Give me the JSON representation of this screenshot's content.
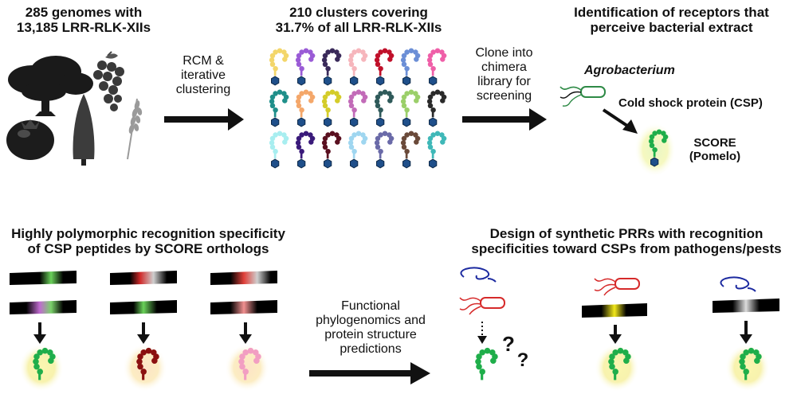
{
  "top": {
    "genomes": {
      "line1": "285 genomes with",
      "line2": "13,185 LRR-RLK-XIIs"
    },
    "clusters": {
      "line1": "210 clusters covering",
      "line2": "31.7% of all LRR-RLK-XIIs"
    },
    "identification": {
      "line1": "Identification of receptors that",
      "line2": "perceive bacterial extract"
    },
    "rcm_label": [
      "RCM &",
      "iterative",
      "clustering"
    ],
    "clone_label": [
      "Clone into",
      "chimera",
      "library for",
      "screening"
    ],
    "agrobacterium": "Agrobacterium",
    "csp": "Cold shock protein (CSP)",
    "score": {
      "line1": "SCORE",
      "line2": "(Pomelo)"
    }
  },
  "bottom": {
    "polymorphic": {
      "line1": "Highly polymorphic recognition specificity",
      "line2": "of CSP peptides by SCORE orthologs"
    },
    "design": {
      "line1": "Design of synthetic PRRs with recognition",
      "line2": "specificities toward CSPs from pathogens/pests"
    },
    "functional_label": [
      "Functional",
      "phylogenomics and",
      "protein structure",
      "predictions"
    ],
    "question_marks": [
      "?",
      "?"
    ]
  },
  "colors": {
    "receptor_green": "#1fae4a",
    "receptor_dark_red": "#8b1010",
    "receptor_pink": "#f29ec2",
    "glow": "#f6f0a0",
    "kinase_blue": "#1f4f8a",
    "bacterium_green": "#2e8a46",
    "bacterium_red": "#d62a2a",
    "bacterium_blue": "#1c2aa0"
  },
  "cluster_grid": [
    [
      "#f3d66a",
      "#9a5bd6",
      "#3a2a5a",
      "#f6b6bc",
      "#c0102a",
      "#6c8fd6",
      "#ef5fa8"
    ],
    [
      "#1f8f8a",
      "#f4a76a",
      "#d4cc2a",
      "#c26bb8",
      "#2f5a5a",
      "#9bcf6a",
      "#2a2a2a"
    ],
    [
      "#a8eef0",
      "#3a1a7a",
      "#5a1020",
      "#9fd6f0",
      "#6a6aa8",
      "#6a4a3a",
      "#3fb8b8"
    ]
  ]
}
